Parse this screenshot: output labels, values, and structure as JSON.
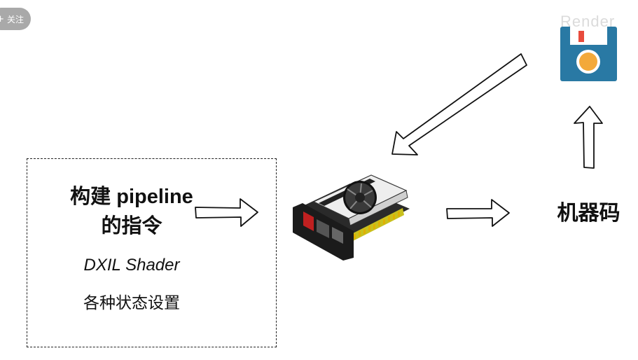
{
  "follow_button": {
    "plus": "+",
    "label": "关注"
  },
  "watermark": "Render",
  "left_panel": {
    "title_line1": "构建 pipeline",
    "title_line2": "的指令",
    "shader_label": "DXIL Shader",
    "states_label": "各种状态设置"
  },
  "output_label": "机器码",
  "icons": [
    "graphics-card-icon",
    "save-icon"
  ],
  "colors": {
    "save_icon_bg": "#2979a4",
    "save_icon_circle": "#f3a93a",
    "save_icon_tag": "#e84b3c",
    "gpu_pcb": "#c8c01e",
    "gpu_shroud": "#eeeeee"
  }
}
